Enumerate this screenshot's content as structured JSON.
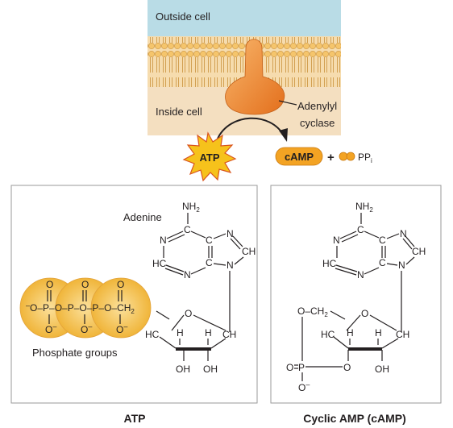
{
  "top_panel": {
    "outside_label": "Outside cell",
    "inside_label": "Inside cell",
    "enzyme_label_1": "Adenylyl",
    "enzyme_label_2": "cyclase",
    "substrate": "ATP",
    "product": "cAMP",
    "plus": "+",
    "byproduct": "PP",
    "byproduct_sub": "i"
  },
  "atp_panel": {
    "caption": "ATP",
    "base_label": "Adenine",
    "phosphate_label": "Phosphate groups",
    "atoms": {
      "nh2": "NH",
      "nh2_sub": "2",
      "n": "N",
      "c": "C",
      "ch": "CH",
      "hc": "HC",
      "h": "H",
      "o": "O",
      "oh": "OH",
      "p": "P",
      "ominus": "O",
      "minus": "–",
      "ch2": "CH",
      "ch2_sub": "2"
    }
  },
  "camp_panel": {
    "caption": "Cyclic AMP (cAMP)"
  },
  "colors": {
    "membrane_bg": "#f4d9a8",
    "outside_bg": "#b9dce6",
    "inside_bg": "#f4dfc0",
    "enzyme": "#f08a2e",
    "atp_burst": "#f6c21b",
    "camp_pill": "#f3a323",
    "phosphate_circle": "#f7c65a",
    "panel_border": "#9a9a9a"
  }
}
